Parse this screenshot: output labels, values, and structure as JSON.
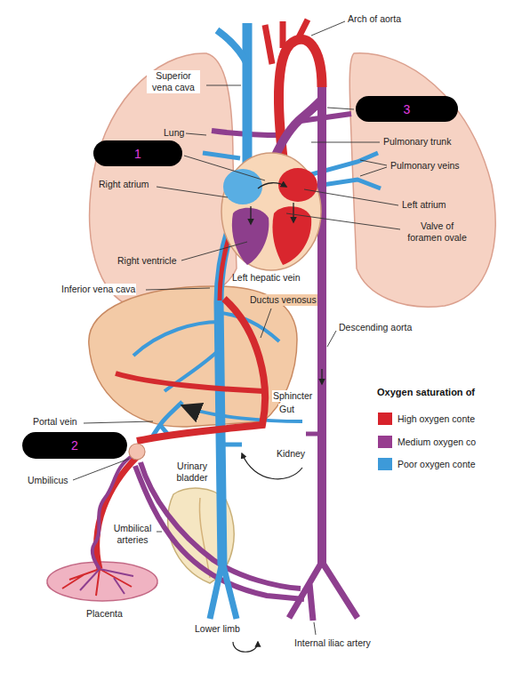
{
  "diagram": {
    "nodes": [
      {
        "text": [
          "3"
        ]
      },
      {
        "text": [
          "1"
        ]
      },
      {
        "text": [
          "2"
        ]
      }
    ],
    "labels": [
      "Arch of aorta",
      "Superior vena cava",
      "Lung",
      "Pulmonary trunk",
      "Pulmonary veins",
      "Right atrium",
      "Left atrium",
      "Valve of foramen ovale",
      "Right ventricle",
      "Left hepatic vein",
      "Inferior vena cava",
      "Ductus venosus",
      "Descending aorta",
      "Oxygen saturation of",
      "Sphincter",
      "Gut",
      "Portal vein",
      "Kidney",
      "Urinary bladder",
      "Umbilicus",
      "Umbilical arteries",
      "Placenta",
      "Lower limb",
      "Internal iliac artery"
    ],
    "legend": [
      {
        "text": "High oxygen conte",
        "color": "#d7222b"
      },
      {
        "text": "Medium oxygen co",
        "color": "#973c8f"
      },
      {
        "text": "Poor oxygen conte",
        "color": "#3d9ad9"
      }
    ]
  }
}
